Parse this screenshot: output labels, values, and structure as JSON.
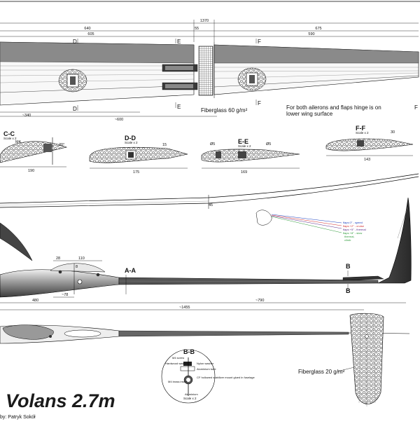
{
  "title": "Volans 2.7m",
  "author": "by: Patryk Sokół",
  "wing": {
    "dims": [
      "1370",
      "640",
      "55",
      "675",
      "605",
      "590",
      "~340",
      "~600"
    ],
    "section_marks": [
      "D",
      "D",
      "E",
      "E",
      "F",
      "F"
    ],
    "fiberglass_label": "Fiberglass 60 g/m²",
    "hinge_note_line1": "For both ailerons and flaps hinge is  on",
    "hinge_note_line2": "lower wing surface",
    "tip_mark": "F"
  },
  "sections": [
    {
      "name": "C-C",
      "scale": "Scale x 2",
      "width": "190",
      "labels": [
        "M4",
        "20°"
      ]
    },
    {
      "name": "D-D",
      "scale": "Scale x 2",
      "width": "175",
      "labels": [
        "15"
      ]
    },
    {
      "name": "E-E",
      "scale": "Scale x 2",
      "width": "169",
      "labels": [
        "Ø5",
        "Ø5"
      ]
    },
    {
      "name": "F-F",
      "scale": "Scale x 2",
      "width": "143",
      "labels": [
        "30"
      ]
    }
  ],
  "mid_dim": "45",
  "flaps": {
    "items": [
      {
        "label": "flaps 0° - speed",
        "color": "#1a3fbf"
      },
      {
        "label": "flaps +2° - cruise",
        "color": "#d22a2a"
      },
      {
        "label": "flaps +5° - thermal",
        "color": "#5b2a8a"
      },
      {
        "label": "flaps +8° - slow",
        "color": "#2f9b3a"
      },
      {
        "label": "thermal,",
        "color": "#2f9b3a"
      },
      {
        "label": "climb",
        "color": "#2f9b3a"
      }
    ]
  },
  "fuselage": {
    "section_a": "A-A",
    "section_b_top": "B",
    "section_b_bottom": "B",
    "dims": [
      "28",
      "110",
      "8",
      "~78",
      "480",
      "~790",
      "~1455"
    ]
  },
  "rudder": {
    "fiberglass_label": "Fiberglass 20 g/m²"
  },
  "bb": {
    "title": "B-B",
    "scale": "Scale x 2",
    "labels": [
      "M4 screw",
      "Hardwood washer",
      "Nylon washer",
      "Aluminium tube",
      "M4 brass insert",
      "CF hollowed stabilizer mount glued in fuselage",
      "Aluminium"
    ]
  }
}
